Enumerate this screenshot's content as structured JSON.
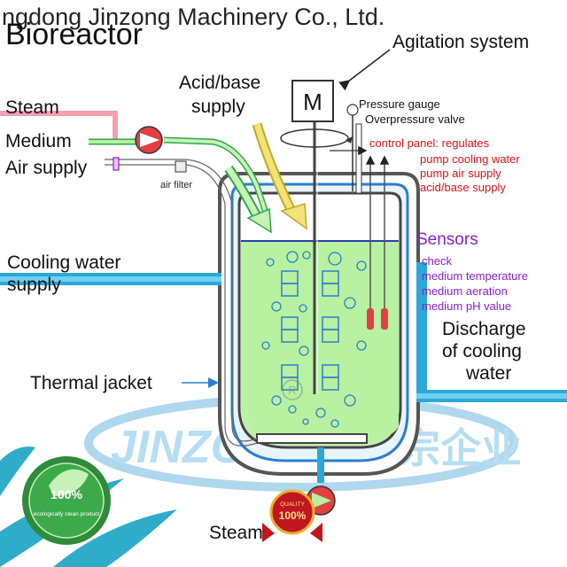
{
  "watermark": {
    "company": "ngdong Jinzong Machinery Co., Ltd.",
    "logo_text": "JINZONG",
    "logo_cjk": "锦宗企业",
    "registered_mark": "R"
  },
  "title": "Bioreactor",
  "labels": {
    "motor": "M",
    "agitation": "Agitation system",
    "acid_base_line1": "Acid/base",
    "acid_base_line2": "supply",
    "steam": "Steam",
    "medium": "Medium",
    "air_supply": "Air supply",
    "air_filter": "air filter",
    "pressure_gauge": "Pressure gauge",
    "overpressure_valve": "Overpressure valve",
    "cooling_in_line1": "Cooling water",
    "cooling_in_line2": "supply",
    "thermal_jacket": "Thermal jacket",
    "discharge_line1": "Discharge",
    "discharge_line2": "of cooling",
    "discharge_line3": "water",
    "steam_bottom": "Steam"
  },
  "control_panel": [
    "control panel: regulates",
    "pump cooling water",
    "pump air supply",
    "acid/base supply"
  ],
  "sensors": {
    "title": "Sensors",
    "items": [
      "check",
      "medium temperature",
      "medium aeration",
      "medium pH value"
    ]
  },
  "badges": {
    "eco_percent": "100%",
    "eco_text": "ecologically clean product",
    "quality_top": "QUALITY",
    "quality_percent": "100%"
  },
  "colors": {
    "medium_green": "#b7f0a0",
    "arrow_green": "#c8f0b8",
    "arrow_yellow": "#f2e27a",
    "cooling_blue": "#2aa8d8",
    "steam_pink": "#f4a0b0",
    "sensor_purple": "#8b1ec9",
    "panel_red": "#d4141c"
  }
}
